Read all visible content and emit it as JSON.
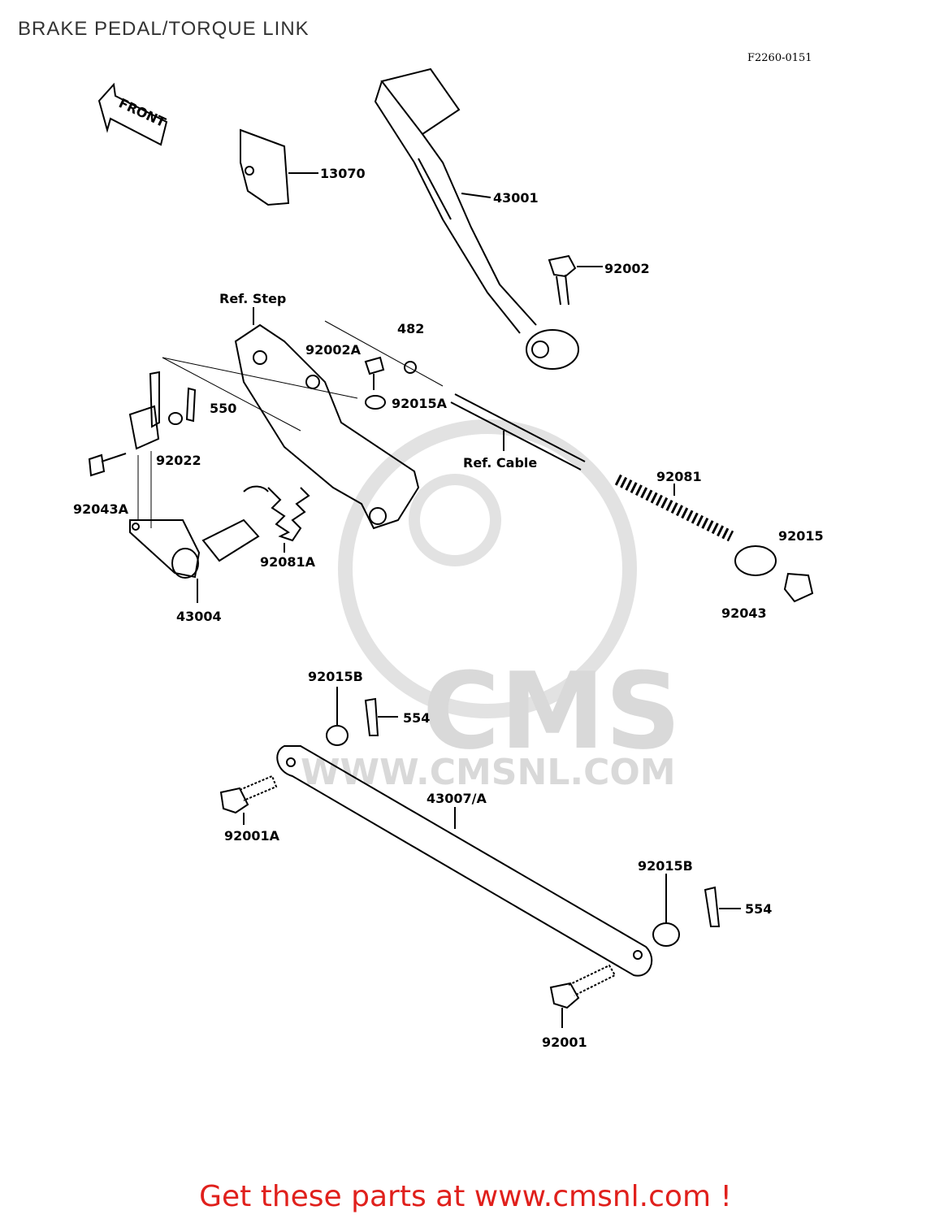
{
  "title": "BRAKE PEDAL/TORQUE LINK",
  "figure_code": "F2260-0151",
  "front_arrow": "FRONT",
  "watermark": {
    "logo": "CMS",
    "url": "WWW.CMSNL.COM"
  },
  "labels": {
    "p13070": "13070",
    "p43001": "43001",
    "p92002": "92002",
    "ref_step": "Ref. Step",
    "p482": "482",
    "p92002a": "92002A",
    "p92015a": "92015A",
    "p550": "550",
    "p92022": "92022",
    "p92043a": "92043A",
    "ref_cable": "Ref. Cable",
    "p92081": "92081",
    "p92015": "92015",
    "p92043": "92043",
    "p92081a": "92081A",
    "p43004": "43004",
    "p92015b_top": "92015B",
    "p554_top": "554",
    "p43007a": "43007/A",
    "p92001a": "92001A",
    "p92015b_bottom": "92015B",
    "p554_bottom": "554",
    "p92001": "92001"
  },
  "promo": "Get these parts at www.cmsnl.com !",
  "colors": {
    "promo": "#e0201c",
    "line": "#000000",
    "watermark": "#d9d9d9"
  }
}
